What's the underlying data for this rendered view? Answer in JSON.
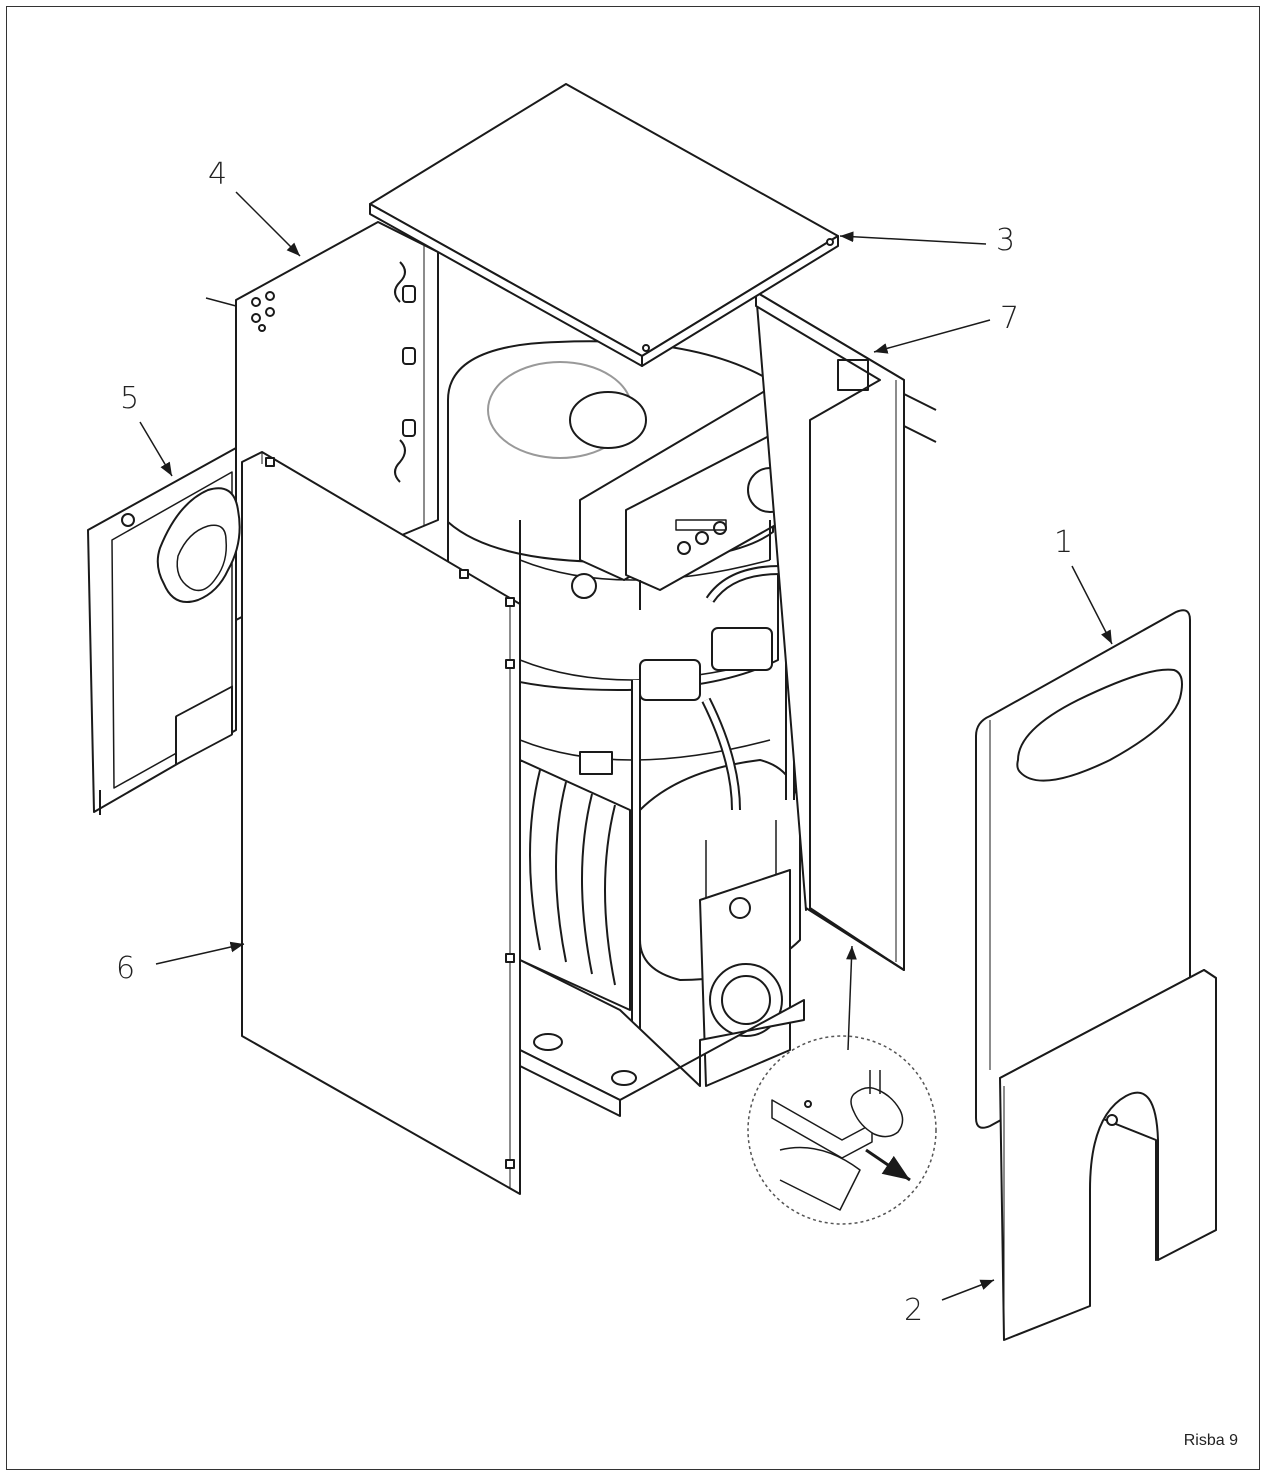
{
  "figure": {
    "caption": "Risba 9",
    "callouts": [
      "1",
      "2",
      "3",
      "4",
      "5",
      "6",
      "7"
    ]
  },
  "colors": {
    "ink": "#1a1a1a",
    "panel_fill": "#ffffff",
    "detail_ring": "#555555"
  }
}
